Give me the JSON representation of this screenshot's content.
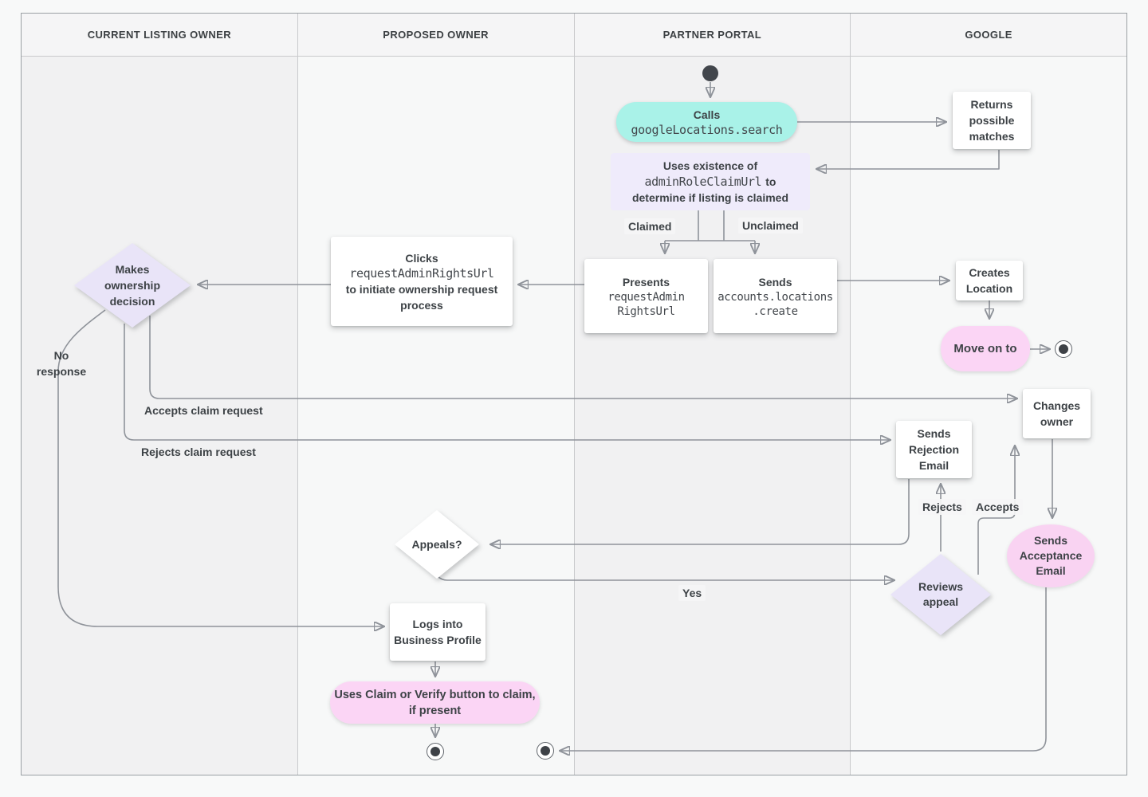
{
  "lanes": [
    {
      "label": "CURRENT LISTING OWNER"
    },
    {
      "label": "PROPOSED OWNER"
    },
    {
      "label": "PARTNER PORTAL"
    },
    {
      "label": "GOOGLE"
    }
  ],
  "nodes": {
    "calls": {
      "title": "Calls",
      "code": "googleLocations.search"
    },
    "returns_matches": {
      "text": "Returns possible matches"
    },
    "claim_check": {
      "line1": "Uses existence of",
      "code": "adminRoleClaimUrl",
      "line2_suffix": "to",
      "line3": "determine if listing is claimed"
    },
    "presents": {
      "title": "Presents",
      "code_line1": "requestAdmin",
      "code_line2": "RightsUrl"
    },
    "sends_create": {
      "title": "Sends",
      "code_line1": "accounts.locations",
      "code_line2": ".create"
    },
    "creates_location": {
      "text": "Creates Location"
    },
    "move_on": {
      "text": "Move on to"
    },
    "clicks_request": {
      "line1": "Clicks",
      "code": "requestAdminRightsUrl",
      "line2": "to initiate ownership request process"
    },
    "ownership_decision": {
      "text": "Makes ownership decision"
    },
    "changes_owner": {
      "text": "Changes owner"
    },
    "rejection_email": {
      "text": "Sends Rejection Email"
    },
    "acceptance_email": {
      "text": "Sends Acceptance Email"
    },
    "reviews_appeal": {
      "text": "Reviews appeal"
    },
    "appeals": {
      "text": "Appeals?"
    },
    "logs_in": {
      "text": "Logs into Business Profile"
    },
    "claim_verify": {
      "text": "Uses Claim or Verify button to claim, if present"
    }
  },
  "edge_labels": {
    "claimed": "Claimed",
    "unclaimed": "Unclaimed",
    "no_response": "No response",
    "accepts_claim": "Accepts claim request",
    "rejects_claim": "Rejects claim request",
    "rejects": "Rejects",
    "accepts": "Accepts",
    "yes": "Yes"
  },
  "colors": {
    "teal": "#a9f2e8",
    "lavender": "#e9e4f8",
    "note_purple": "#efebfb",
    "pink": "#fbd5f5",
    "pink_ellipse": "#f9d3f2",
    "line_gray": "#8f939a",
    "text": "#3d4246",
    "lane_gray": "#f1f1f2",
    "lane_light": "#f7f8f8"
  }
}
